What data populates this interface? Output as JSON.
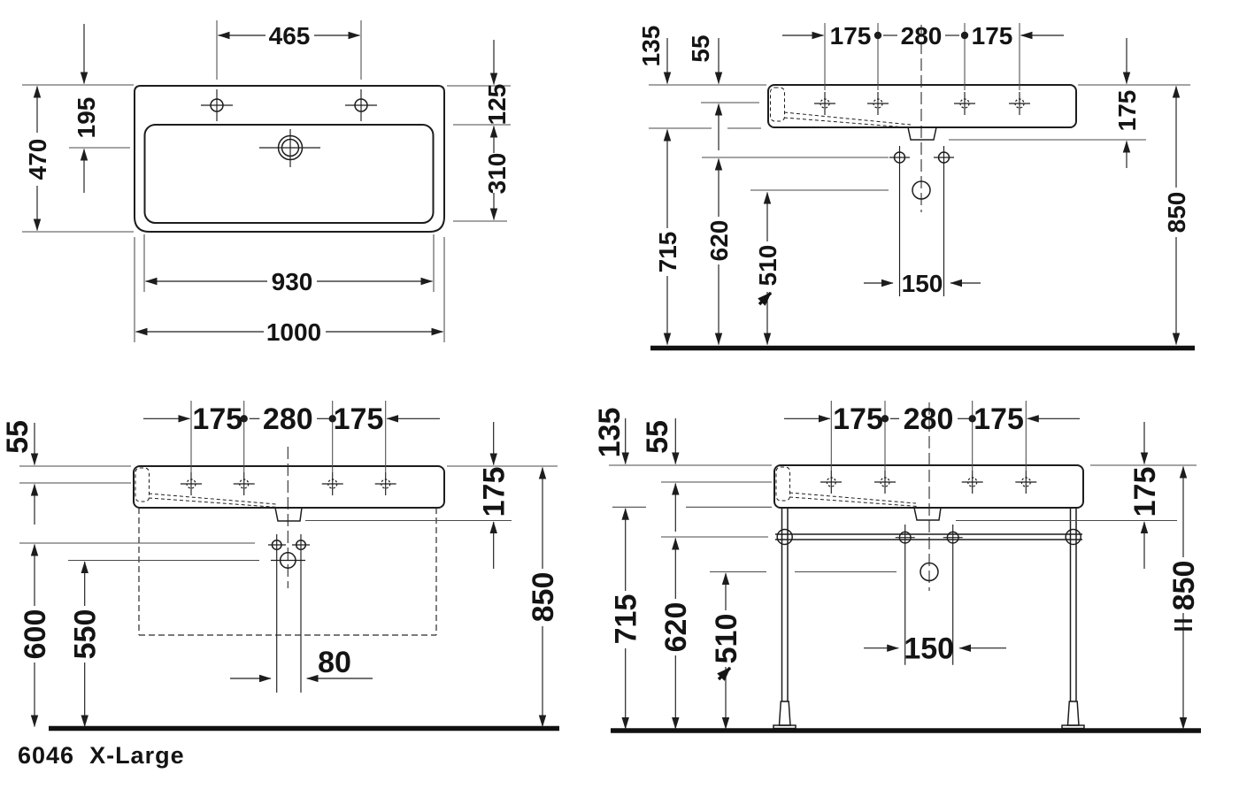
{
  "footer": {
    "model_label": "6046  X-Large"
  },
  "colors": {
    "line": "#1d1d1d",
    "background": "#ffffff"
  },
  "views": {
    "top_left": {
      "title": "plan-view",
      "dims": {
        "faucet_spacing": "465",
        "front_depth": "195",
        "total_depth": "470",
        "back_ledge": "125",
        "bowl_depth": "310",
        "bowl_width": "930",
        "total_width": "1000"
      }
    },
    "top_right": {
      "title": "front-elevation-wall-mounted",
      "dims": {
        "h135": "135",
        "h55": "55",
        "w175l": "175",
        "w280": "280",
        "w175r": "175",
        "h175": "175",
        "h850": "850",
        "h715": "715",
        "h620": "620",
        "h510": "510",
        "w150": "150"
      }
    },
    "bottom_left": {
      "title": "front-elevation-wall-hung",
      "dims": {
        "h55": "55",
        "w175l": "175",
        "w280": "280",
        "w175r": "175",
        "h175": "175",
        "h850": "850",
        "h600": "600",
        "h550": "550",
        "w80": "80"
      }
    },
    "bottom_right": {
      "title": "front-elevation-with-console-legs",
      "dims": {
        "h135": "135",
        "h55": "55",
        "w175l": "175",
        "w280": "280",
        "w175r": "175",
        "h175": "175",
        "h850": "850",
        "adjustable_symbol": "‡",
        "h715": "715",
        "h620": "620",
        "h510": "510",
        "w150": "150"
      }
    }
  }
}
